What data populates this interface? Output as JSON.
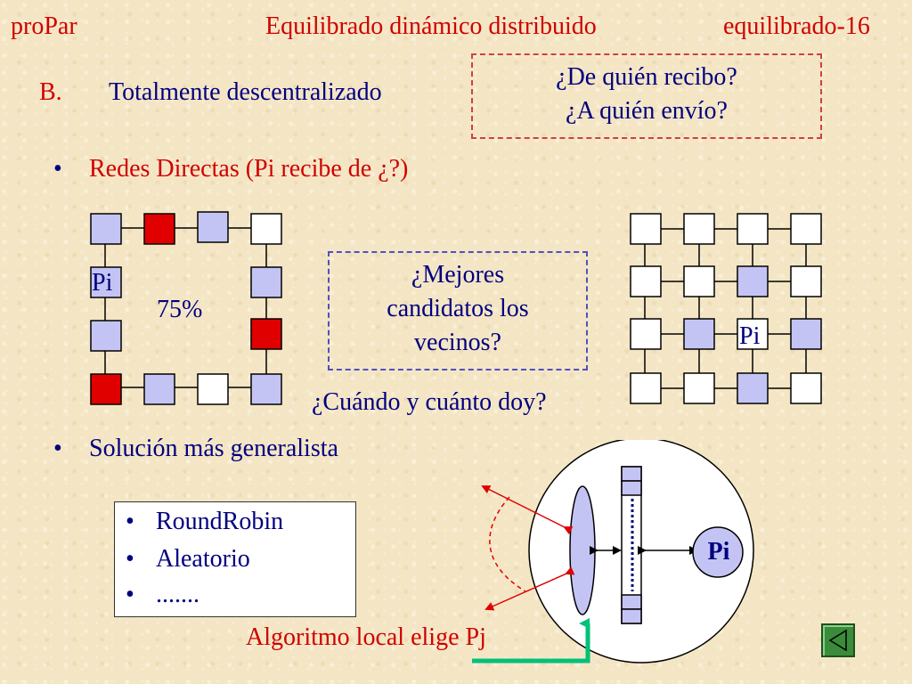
{
  "header": {
    "left": "proPar",
    "center": "Equilibrado dinámico distribuido",
    "right": "equilibrado-16"
  },
  "section": {
    "marker": "B.",
    "title": "Totalmente descentralizado"
  },
  "callout_top": {
    "line1": "¿De quién recibo?",
    "line2": "¿A quién envío?"
  },
  "bullet1": {
    "bullet": "•",
    "text": "Redes Directas (Pi recibe de ¿?)"
  },
  "ring": {
    "pi_label": "Pi",
    "percent": "75%"
  },
  "callout_mid": {
    "line1": "¿Mejores",
    "line2": "candidatos los",
    "line3": "vecinos?"
  },
  "mesh": {
    "pi_label": "Pi"
  },
  "question": "¿Cuándo y cuánto doy?",
  "bullet2": {
    "bullet": "•",
    "text": "Solución más generalista"
  },
  "options": [
    {
      "bullet": "•",
      "label": "RoundRobin"
    },
    {
      "bullet": "•",
      "label": "Aleatorio"
    },
    {
      "bullet": "•",
      "label": "......."
    }
  ],
  "algorithm": {
    "text": "Algoritmo local elige Pj"
  },
  "processor": {
    "label": "Pi"
  },
  "colors": {
    "red": "#e00000",
    "lavender": "#c4c4f4",
    "white": "#ffffff",
    "navy": "#000080",
    "title_red": "#d00000",
    "arrow_green": "#00c07a",
    "nav_green": "#3a8c3a"
  },
  "icons": {
    "nav_back": "back-triangle-icon"
  }
}
